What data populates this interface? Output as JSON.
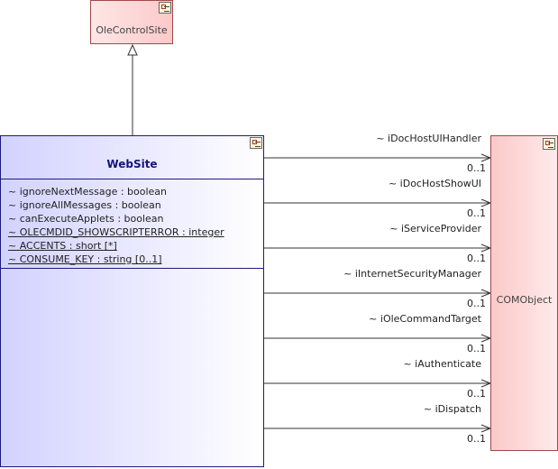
{
  "classes": {
    "ole_control_site": {
      "name": "OleControlSite"
    },
    "website": {
      "name": "WebSite",
      "attributes": [
        {
          "text": "~ ignoreNextMessage : boolean",
          "static": false
        },
        {
          "text": "~ ignoreAllMessages : boolean",
          "static": false
        },
        {
          "text": "~ canExecuteApplets : boolean",
          "static": false
        },
        {
          "text": "~ OLECMDID_SHOWSCRIPTERROR : integer",
          "static": true
        },
        {
          "text": "~ ACCENTS : short [*]",
          "static": true
        },
        {
          "text": "~ CONSUME_KEY : string [0..1]",
          "static": true
        }
      ]
    },
    "com_object": {
      "name": "COMObject"
    }
  },
  "associations": [
    {
      "role": "~ iDocHostUIHandler",
      "multiplicity": "0..1"
    },
    {
      "role": "~ iDocHostShowUI",
      "multiplicity": "0..1"
    },
    {
      "role": "~ iServiceProvider",
      "multiplicity": "0..1"
    },
    {
      "role": "~ iInternetSecurityManager",
      "multiplicity": "0..1"
    },
    {
      "role": "~ iOleCommandTarget",
      "multiplicity": "0..1"
    },
    {
      "role": "~ iAuthenticate",
      "multiplicity": "0..1"
    },
    {
      "role": "~ iDispatch",
      "multiplicity": "0..1"
    }
  ],
  "colors": {
    "class_border": "#1c1c7a",
    "external_border": "#a04a4a",
    "line": "#333333"
  }
}
